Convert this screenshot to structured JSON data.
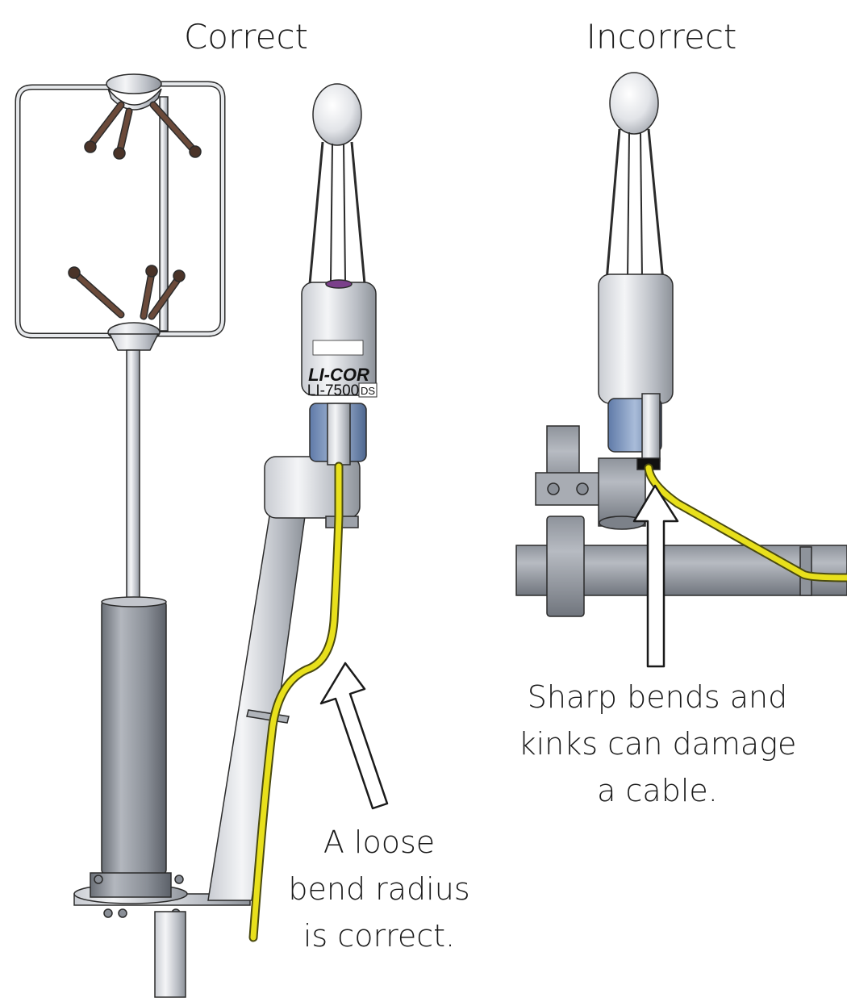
{
  "headings": {
    "correct": "Correct",
    "incorrect": "Incorrect"
  },
  "notes": {
    "correct": [
      "A loose",
      "bend radius",
      "is correct."
    ],
    "incorrect": [
      "Sharp bends and",
      "kinks can damage",
      "a cable."
    ]
  },
  "analyzer_label": {
    "brand": "LI-COR",
    "model": "LI-7500",
    "model_suffix": "DS"
  },
  "colors": {
    "cable": "#e8e01c",
    "cable_outline": "#4a4a10",
    "metal_light": "#e4e6ea",
    "metal_mid": "#9da2aa",
    "metal_dark": "#555a62",
    "transducer": "#6b4a3a",
    "outline": "#2b2b2b"
  }
}
